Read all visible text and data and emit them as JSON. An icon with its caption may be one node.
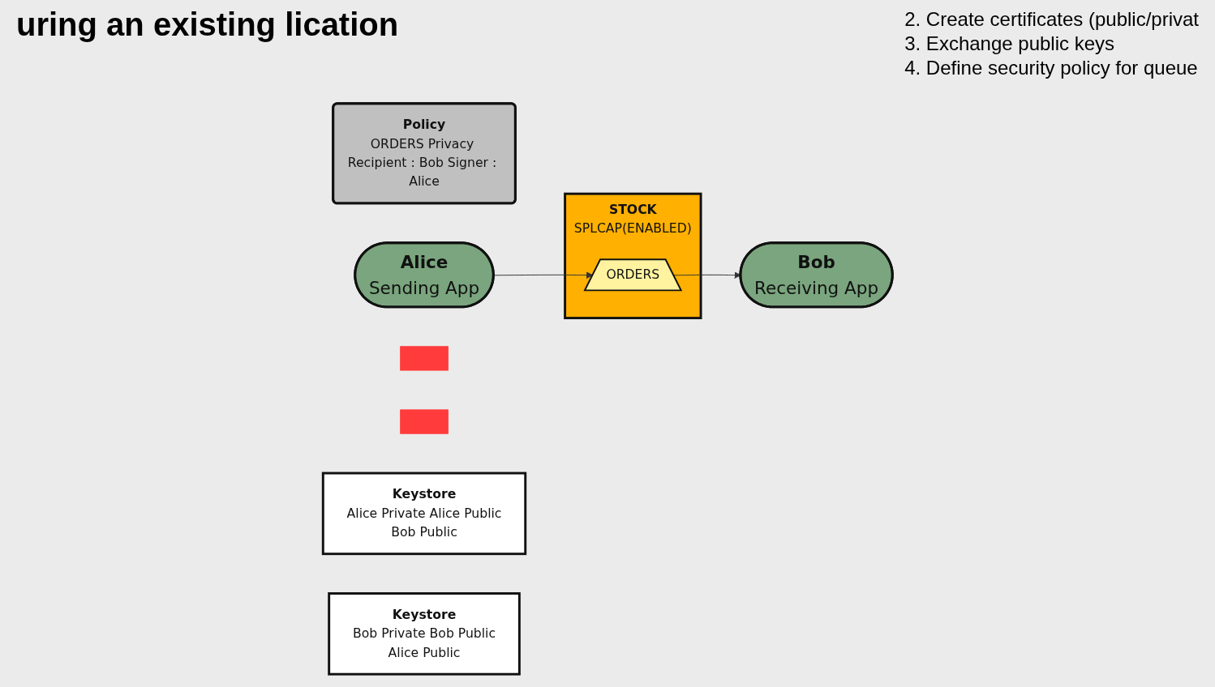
{
  "diagram": {
    "title": "uring an existing lication",
    "nodes": [
      {
        "text": [
          "Policy",
          "ORDERS Privacy Recipient : Bob Signer : Alice"
        ]
      },
      {
        "text": [
          "Alice",
          "Sending App"
        ]
      },
      {
        "text": [],
        "shape": "bar"
      },
      {
        "text": [
          "STOCK",
          "SPLCAP(ENABLED)"
        ]
      },
      {
        "text": [
          "ORDERS"
        ],
        "in": 3
      },
      {
        "text": [],
        "shape": "bar"
      },
      {
        "text": [
          "Bob",
          "Receiving App"
        ]
      },
      {
        "text": [
          "Keystore",
          "Alice Private Alice Public",
          "Bob Public"
        ]
      },
      {
        "text": [
          "Keystore",
          "Bob Private Bob Public",
          "Alice Public"
        ]
      }
    ],
    "edges": [
      {
        "from": 1,
        "to": 4,
        "arrow": "to"
      },
      {
        "from": 4,
        "to": 6,
        "arrow": "to"
      }
    ],
    "labels": [
      "2. Create certificates (public/privat",
      "3. Exchange public keys",
      "4. Define security policy for queue"
    ]
  }
}
